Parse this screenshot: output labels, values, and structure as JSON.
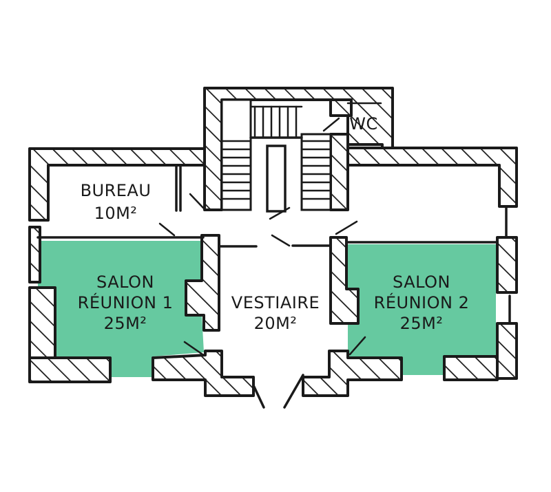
{
  "colors": {
    "meeting_room_fill": "#66c9a0",
    "ink": "#1a1a1a",
    "background": "#ffffff"
  },
  "rooms": {
    "wc": {
      "name": "WC"
    },
    "bureau": {
      "name": "BUREAU",
      "area": "10M²"
    },
    "salon1": {
      "line1": "SALON",
      "line2": "RÉUNION 1",
      "area": "25M²"
    },
    "vestiaire": {
      "name": "VESTIAIRE",
      "area": "20M²"
    },
    "salon2": {
      "line1": "SALON",
      "line2": "RÉUNION 2",
      "area": "25M²"
    }
  }
}
